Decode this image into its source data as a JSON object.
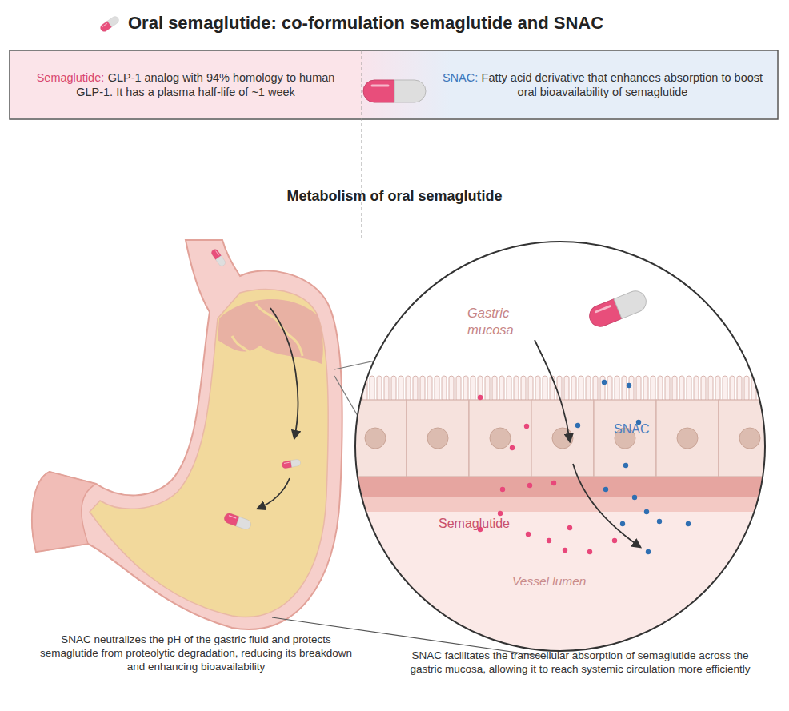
{
  "diagram": {
    "nodes": [
      {
        "text": [
          "Semaglutide:",
          "GLP-1 analog with 94% homology to human GLP-1. It has a plasma half-life of ~1 week"
        ]
      },
      {
        "text": [
          "SNAC:",
          "Fatty acid derivative that enhances absorption to boost oral bioavailability of semaglutide"
        ]
      }
    ],
    "labels": [
      "Oral semaglutide: co-formulation semaglutide and SNAC",
      "Metabolism of oral semaglutide",
      "Gastric mucosa",
      "SNAC",
      "Semaglutide",
      "Vessel lumen",
      "SNAC neutralizes the pH of the gastric fluid and protects semaglutide from proteolytic degradation, reducing its breakdown and enhancing bioavailability",
      "SNAC facilitates the transcellular absorption of semaglutide across the gastric mucosa, allowing it to reach systemic circulation more efficiently"
    ]
  }
}
